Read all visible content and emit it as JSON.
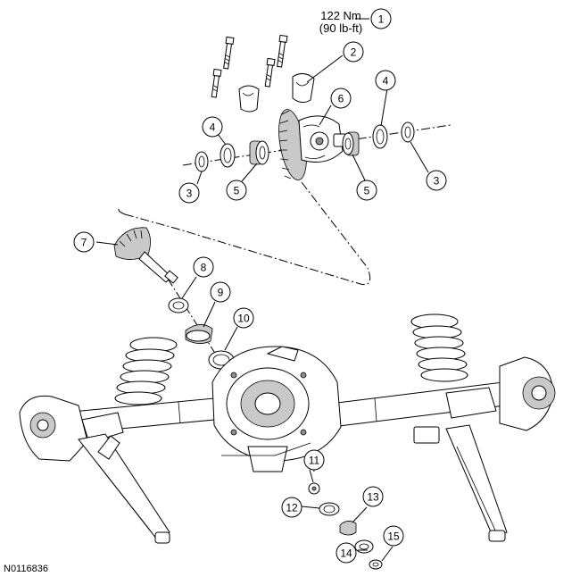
{
  "diagram": {
    "torque_spec": {
      "metric": "122 Nm",
      "imperial": "(90 lb-ft)"
    },
    "callouts": [
      "1",
      "2",
      "3",
      "3",
      "4",
      "4",
      "5",
      "5",
      "6",
      "7",
      "8",
      "9",
      "10",
      "11",
      "12",
      "13",
      "14",
      "15"
    ],
    "figure_id": "N0116836"
  }
}
